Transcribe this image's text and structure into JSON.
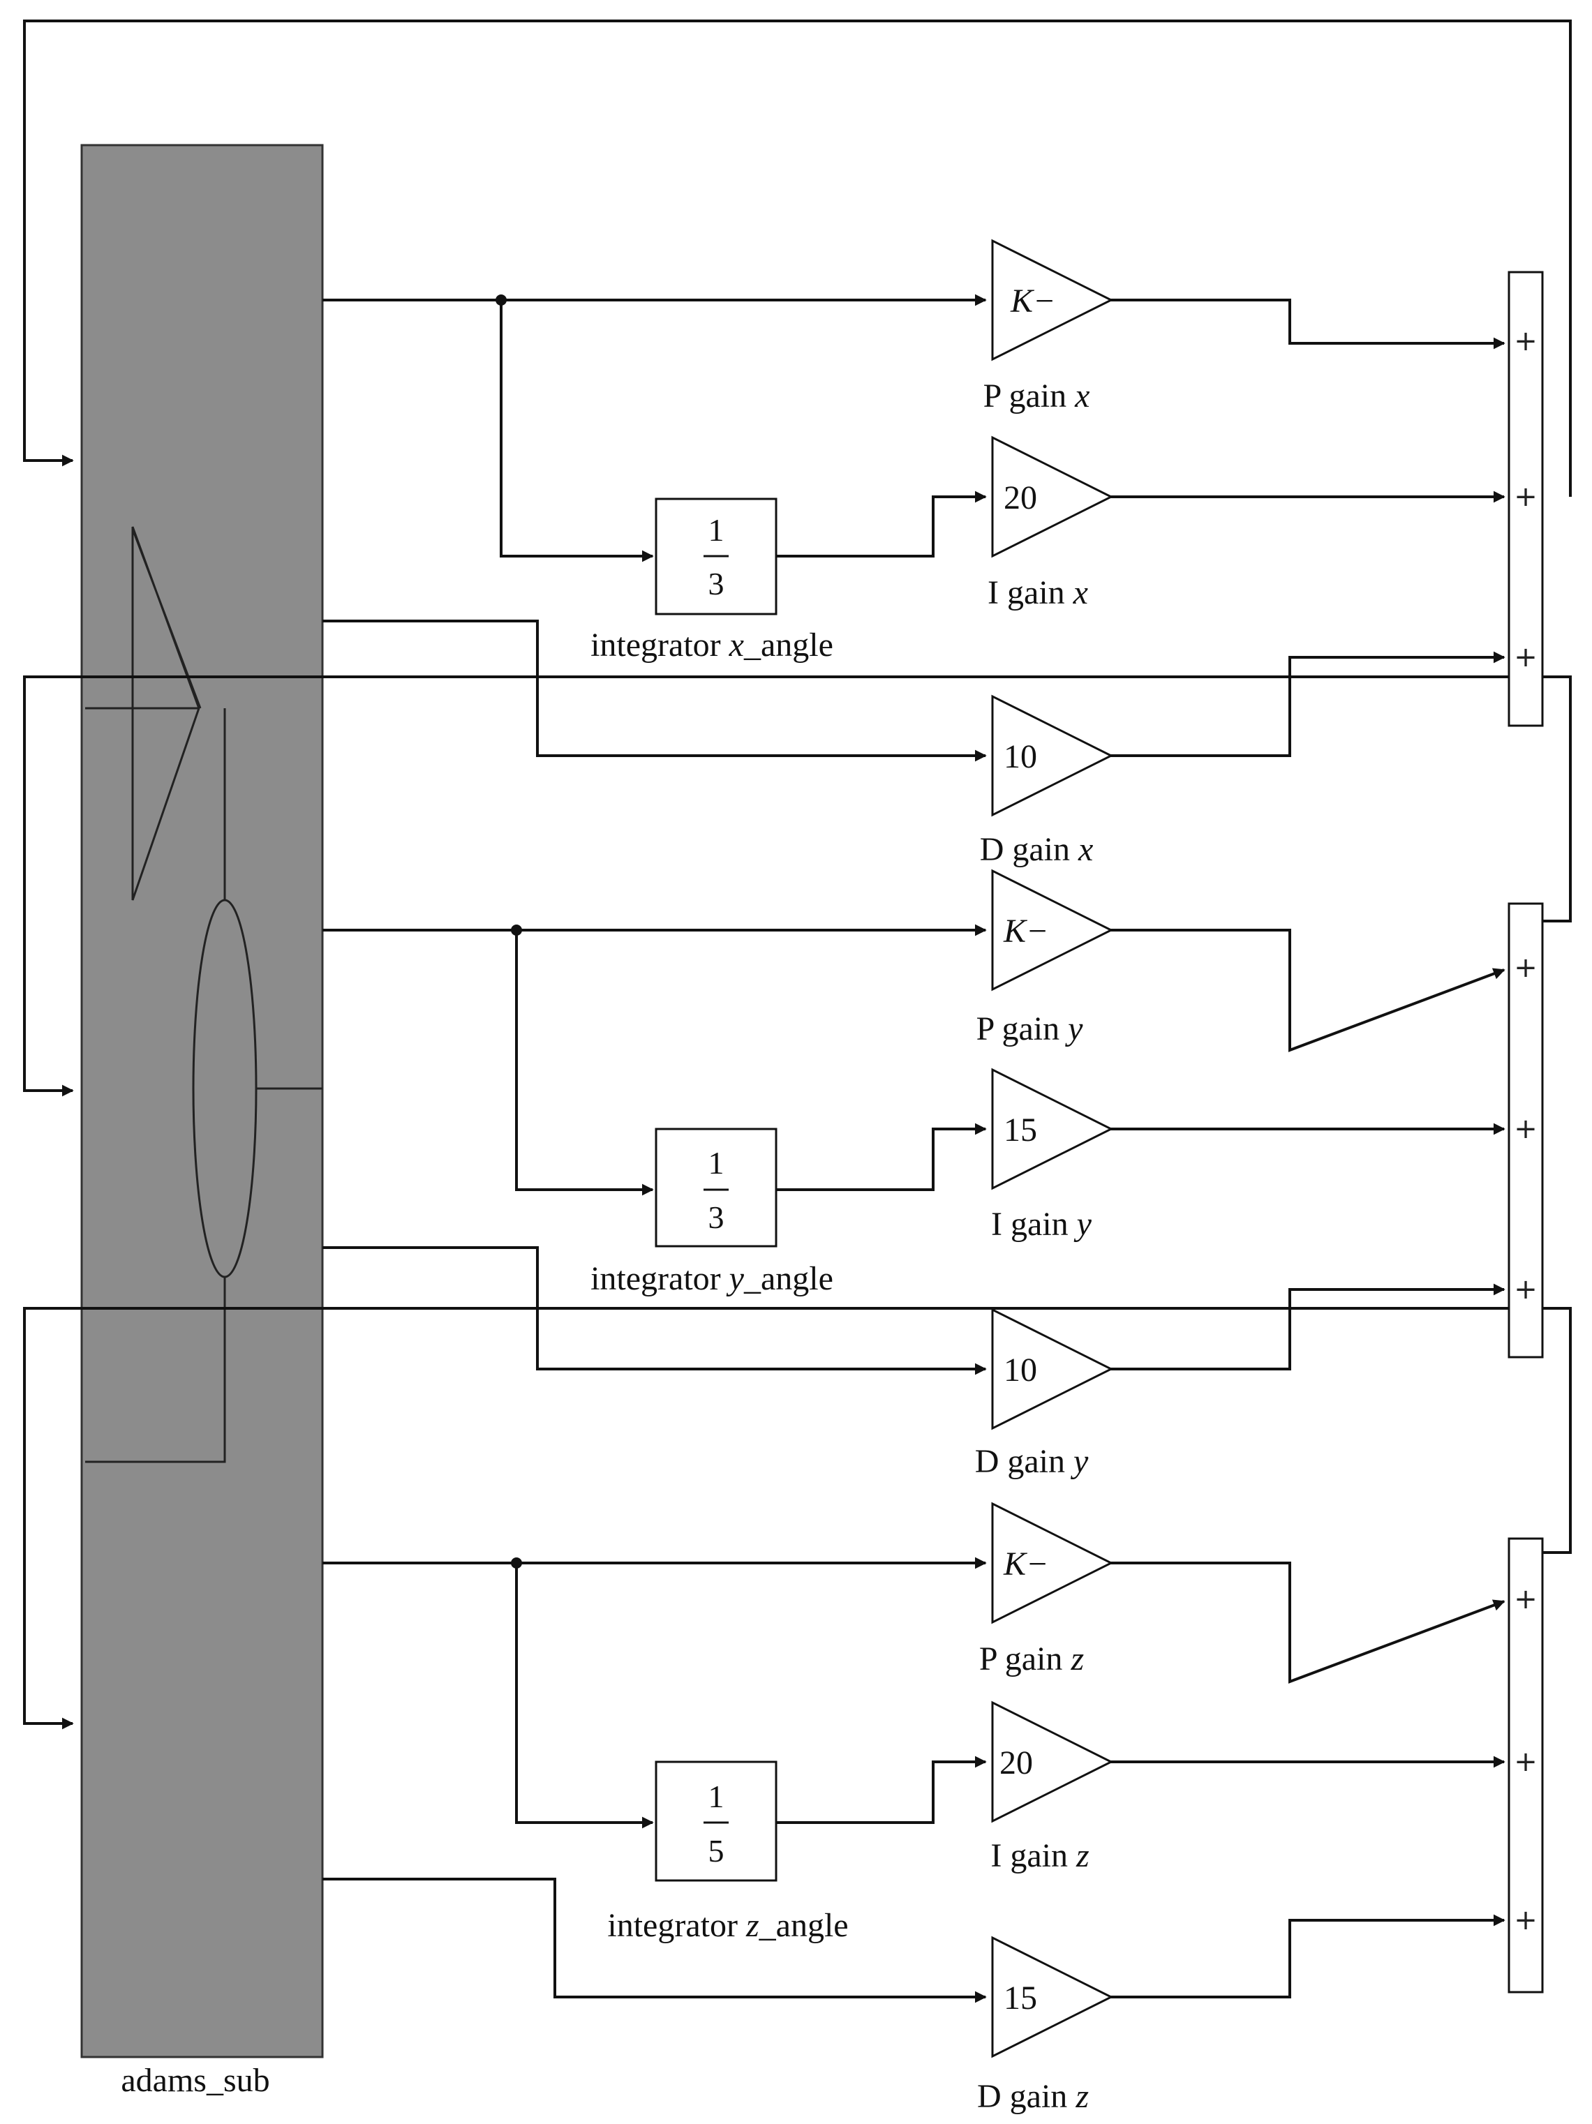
{
  "subsystem": {
    "name": "adams_sub",
    "fill": "#8c8c8c"
  },
  "channels": [
    {
      "axis": "x",
      "p_gain": {
        "value": "K−",
        "label_prefix": "P gain",
        "axis_label": "x"
      },
      "i_gain": {
        "value": "20",
        "label_prefix": "I gain",
        "axis_label": "x"
      },
      "d_gain": {
        "value": "10",
        "label_prefix": "D gain",
        "axis_label": "x"
      },
      "integrator": {
        "numerator": "1",
        "denominator": "3",
        "label_prefix": "integrator",
        "label_var": "x",
        "label_suffix": "_angle"
      }
    },
    {
      "axis": "y",
      "p_gain": {
        "value": "K−",
        "label_prefix": "P gain",
        "axis_label": "y"
      },
      "i_gain": {
        "value": "15",
        "label_prefix": "I gain",
        "axis_label": "y"
      },
      "d_gain": {
        "value": "10",
        "label_prefix": "D gain",
        "axis_label": "y"
      },
      "integrator": {
        "numerator": "1",
        "denominator": "3",
        "label_prefix": "integrator",
        "label_var": "y",
        "label_suffix": "_angle"
      }
    },
    {
      "axis": "z",
      "p_gain": {
        "value": "K−",
        "label_prefix": "P gain",
        "axis_label": "z"
      },
      "i_gain": {
        "value": "20",
        "label_prefix": "I gain",
        "axis_label": "z"
      },
      "d_gain": {
        "value": "15",
        "label_prefix": "D gain",
        "axis_label": "z"
      },
      "integrator": {
        "numerator": "1",
        "denominator": "5",
        "label_prefix": "integrator",
        "label_var": "z",
        "label_suffix": "_angle"
      }
    }
  ],
  "sum_sign": "+"
}
